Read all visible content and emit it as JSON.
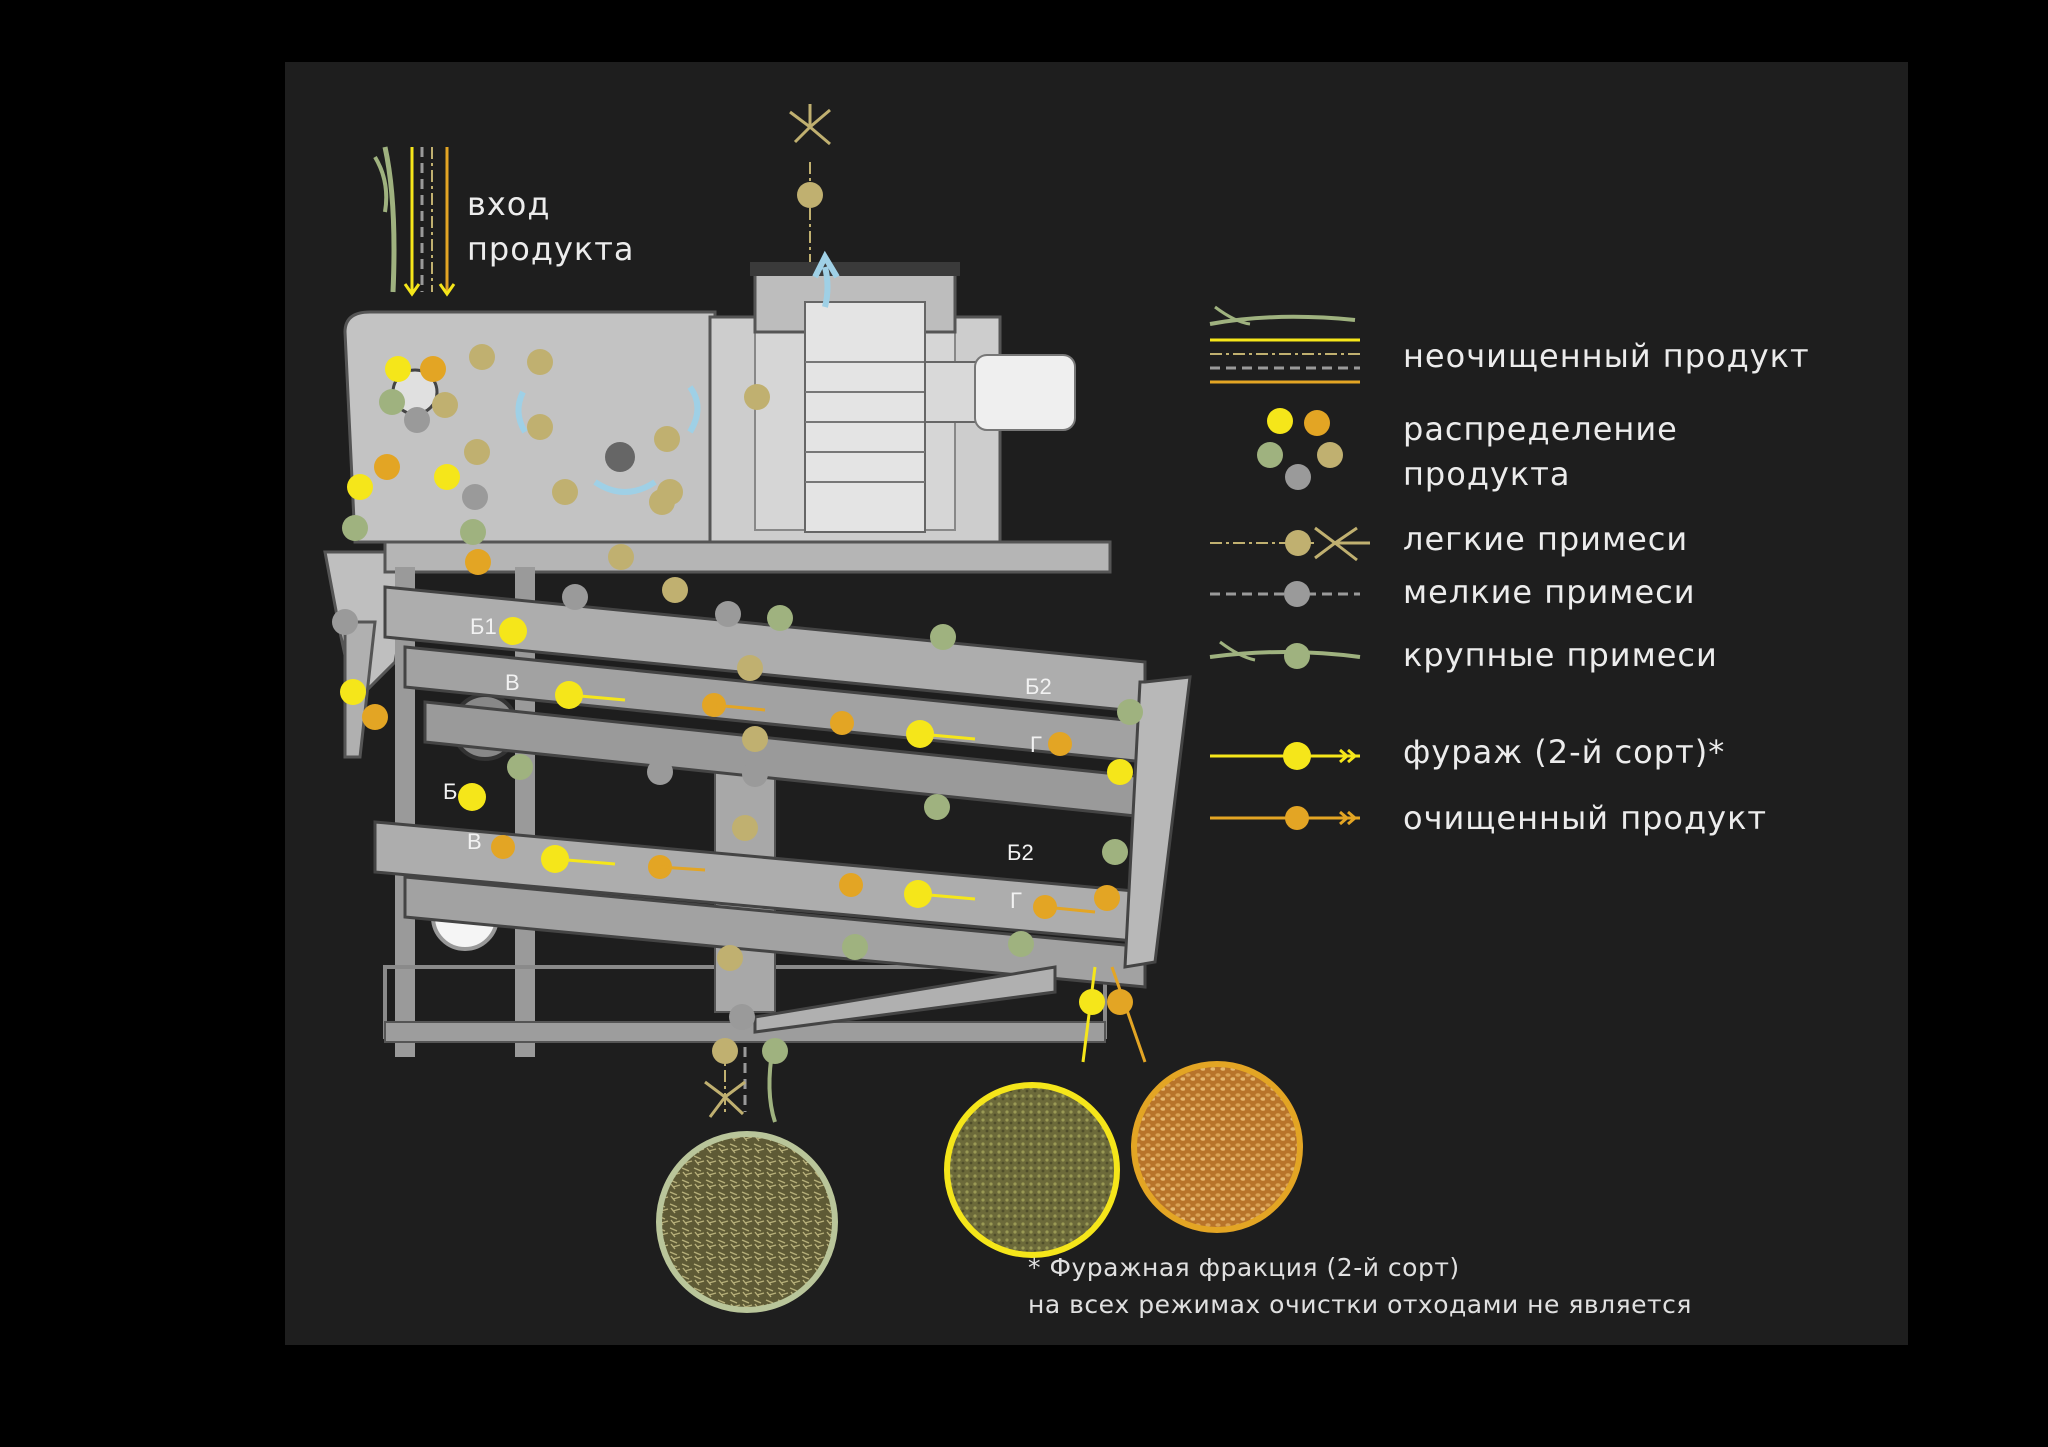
{
  "input": {
    "line1": "вход",
    "line2": "продукта"
  },
  "legend": [
    {
      "id": "raw",
      "label": "неочищенный продукт"
    },
    {
      "id": "distribution",
      "label_line1": "распределение",
      "label_line2": "продукта"
    },
    {
      "id": "light",
      "label": "легкие примеси"
    },
    {
      "id": "small",
      "label": "мелкие примеси"
    },
    {
      "id": "large",
      "label": "крупные примеси"
    },
    {
      "id": "fodder",
      "label": "фураж (2-й сорт)*"
    },
    {
      "id": "clean",
      "label": "очищенный продукт"
    }
  ],
  "sieve_labels": [
    "Б1",
    "В",
    "Б2",
    "Г",
    "Б",
    "В",
    "Б2",
    "Г"
  ],
  "footnote": {
    "line1": "* Фуражная фракция (2-й сорт)",
    "line2": "на всех режимах очистки отходами не является"
  },
  "colors": {
    "background": "#1e1e1e",
    "fodder": "#f5e61a",
    "clean": "#e3a524",
    "light": "#c0b070",
    "small": "#9a9a9a",
    "large": "#9fb27f",
    "machine": "#c9c9c9",
    "airflow": "#9fd0e6"
  }
}
